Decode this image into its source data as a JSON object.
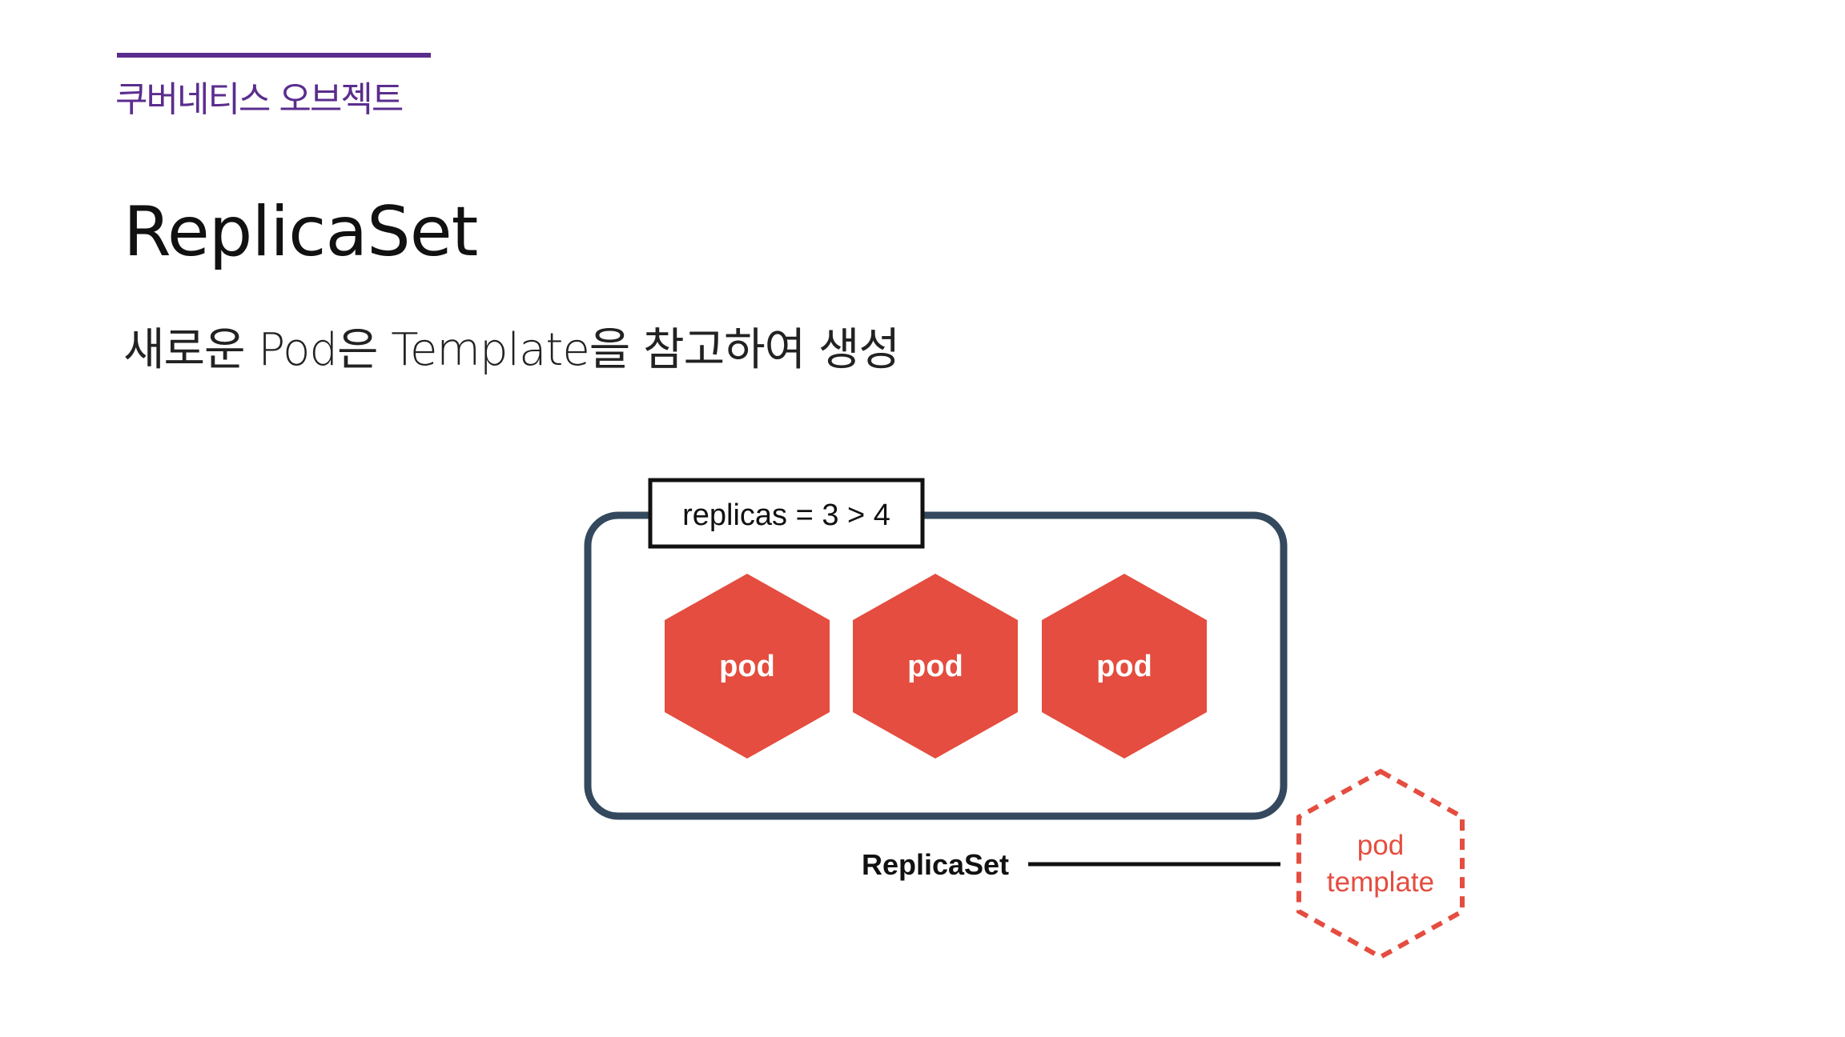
{
  "header": {
    "section_label": "쿠버네티스 오브젝트",
    "title": "ReplicaSet",
    "subtitle": "새로운 Pod은 Template을 참고하여 생성"
  },
  "diagram": {
    "replicas_label": "replicas = 3 > 4",
    "pods": [
      {
        "label": "pod"
      },
      {
        "label": "pod"
      },
      {
        "label": "pod"
      }
    ],
    "replicaset_label": "ReplicaSet",
    "template": {
      "line1": "pod",
      "line2": "template"
    }
  },
  "colors": {
    "accent": "#5b2d8e",
    "pod": "#e44d3f",
    "box_border": "#34495e",
    "text": "#111111"
  }
}
